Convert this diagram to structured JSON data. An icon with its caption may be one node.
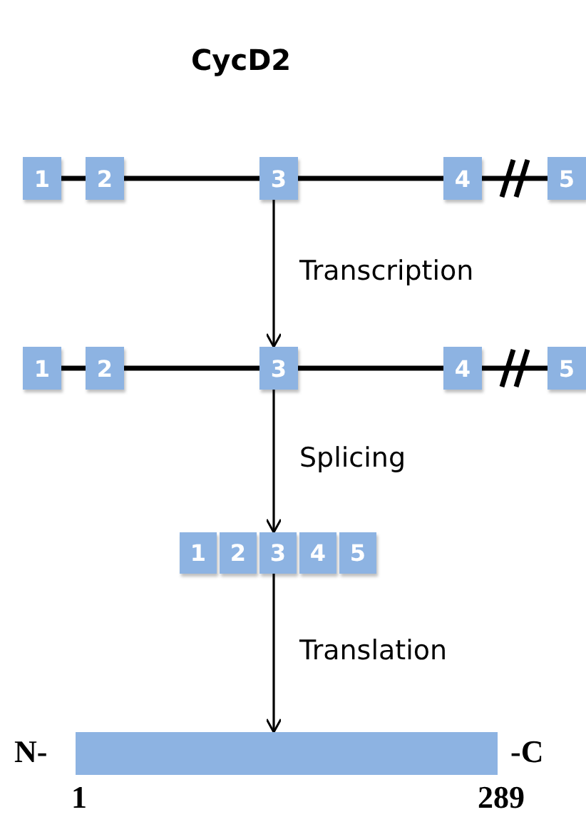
{
  "diagram": {
    "title": "CycD2",
    "nodes": [
      {
        "text": [
          "1"
        ]
      },
      {
        "text": [
          "2"
        ]
      },
      {
        "text": [
          "3"
        ]
      },
      {
        "text": [
          "4"
        ]
      },
      {
        "text": [
          "5"
        ]
      },
      {
        "text": [
          "1"
        ]
      },
      {
        "text": [
          "2"
        ]
      },
      {
        "text": [
          "3"
        ]
      },
      {
        "text": [
          "4"
        ]
      },
      {
        "text": [
          "5"
        ]
      },
      {
        "text": [
          "1"
        ]
      },
      {
        "text": [
          "2"
        ]
      },
      {
        "text": [
          "3"
        ]
      },
      {
        "text": [
          "4"
        ]
      },
      {
        "text": [
          "5"
        ]
      },
      {
        "text": [],
        "shape": "bar",
        "beside": [
          "N-",
          "-C",
          "1",
          "289"
        ]
      }
    ],
    "edges": [
      {
        "from": 0,
        "to": 1,
        "arrow": "none"
      },
      {
        "from": 1,
        "to": 2,
        "arrow": "none"
      },
      {
        "from": 2,
        "to": 3,
        "arrow": "none"
      },
      {
        "from": 3,
        "to": 4,
        "arrow": "none"
      },
      {
        "from": 5,
        "to": 6,
        "arrow": "none"
      },
      {
        "from": 6,
        "to": 7,
        "arrow": "none"
      },
      {
        "from": 7,
        "to": 8,
        "arrow": "none"
      },
      {
        "from": 8,
        "to": 9,
        "arrow": "none"
      },
      {
        "from": 2,
        "to": 7,
        "arrow": "to",
        "label": "Transcription"
      },
      {
        "from": 7,
        "to": 12,
        "arrow": "to",
        "label": "Splicing"
      },
      {
        "from": 12,
        "to": 15,
        "arrow": "to",
        "label": "Translation"
      }
    ]
  }
}
